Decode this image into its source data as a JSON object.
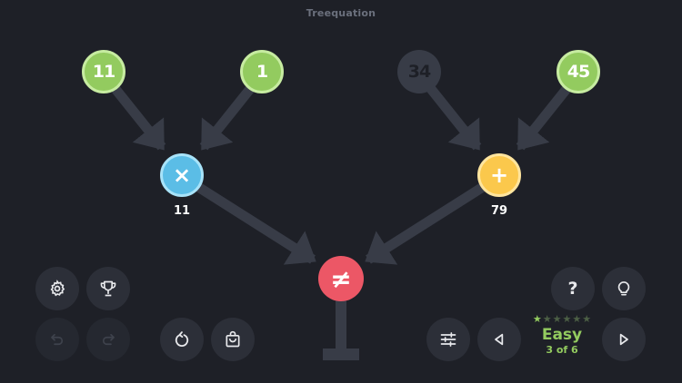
{
  "title": "Treequation",
  "leaves": [
    {
      "value": "11",
      "state": "active"
    },
    {
      "value": "1",
      "state": "active"
    },
    {
      "value": "34",
      "state": "inactive"
    },
    {
      "value": "45",
      "state": "active"
    }
  ],
  "operators": [
    {
      "symbol": "×",
      "result": "11",
      "color": "#5bbde6"
    },
    {
      "symbol": "+",
      "result": "79",
      "color": "#fbc84c"
    }
  ],
  "root": {
    "symbol": "≠",
    "color": "#ec5766"
  },
  "level": {
    "stars_total": 6,
    "stars_filled": 1,
    "difficulty": "Easy",
    "progress": "3 of 6"
  },
  "buttons": {
    "settings": "gear-icon",
    "achievements": "trophy-icon",
    "undo": "undo-icon",
    "redo": "redo-icon",
    "restart": "restart-icon",
    "shop": "shopping-bag-icon",
    "options": "sliders-icon",
    "previous": "triangle-left-icon",
    "next": "triangle-right-icon",
    "help": "question-mark",
    "hint": "lightbulb-icon"
  },
  "help_label": "?",
  "colors": {
    "background": "#1e2027",
    "leaf_active": "#93cb5f",
    "leaf_inactive": "#383c47",
    "edge": "#383c47",
    "button": "#2c2f38",
    "accent_green": "#93cb5f"
  }
}
